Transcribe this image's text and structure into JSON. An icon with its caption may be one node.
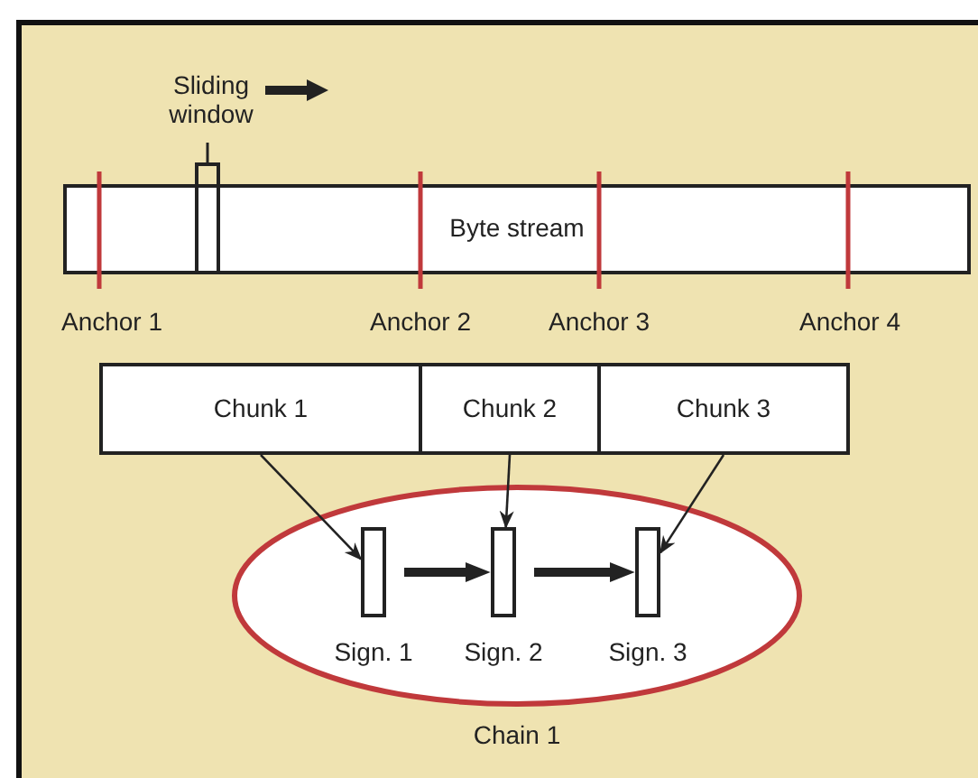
{
  "diagram": {
    "nodes": [
      {
        "text": [
          "Byte stream"
        ]
      },
      {
        "text": [
          "Sliding window"
        ]
      },
      {
        "text": [
          "Chunk 1"
        ]
      },
      {
        "text": [
          "Chunk 2"
        ]
      },
      {
        "text": [
          "Chunk 3"
        ]
      },
      {
        "text": [
          "Chain 1"
        ]
      },
      {
        "text": [
          "Sign. 1"
        ],
        "in": 5
      },
      {
        "text": [
          "Sign. 2"
        ],
        "in": 5
      },
      {
        "text": [
          "Sign. 3"
        ],
        "in": 5
      }
    ],
    "edges": [
      {
        "from": 2,
        "to": 6,
        "arrow": "to"
      },
      {
        "from": 3,
        "to": 7,
        "arrow": "to"
      },
      {
        "from": 4,
        "to": 8,
        "arrow": "to"
      },
      {
        "from": 6,
        "to": 7,
        "arrow": "to",
        "style": "thick"
      },
      {
        "from": 7,
        "to": 8,
        "arrow": "to",
        "style": "thick"
      }
    ],
    "labels": [
      "Anchor 1",
      "Anchor 2",
      "Anchor 3",
      "Anchor 4"
    ]
  }
}
